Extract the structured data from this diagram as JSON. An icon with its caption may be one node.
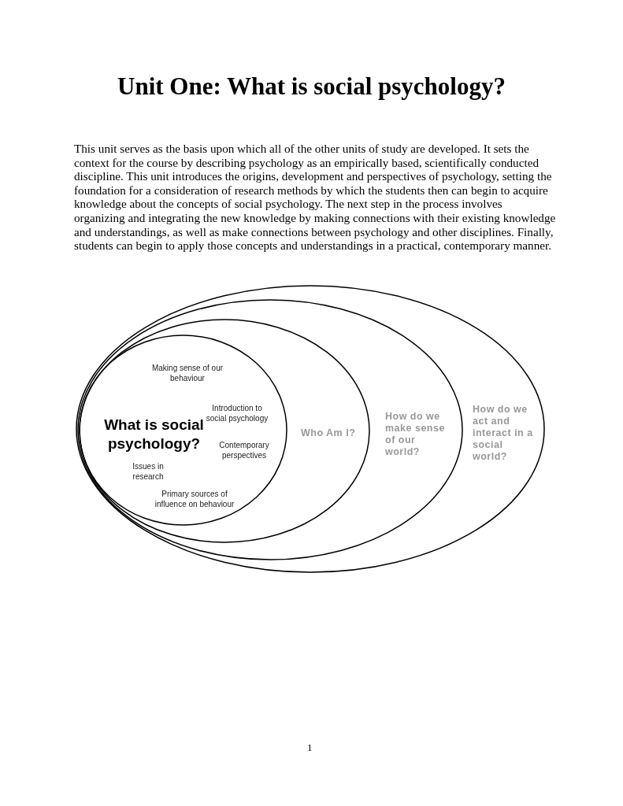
{
  "diagram": {
    "title": "Unit One:  What is social psychology?",
    "nodes": [
      {
        "text": [
          "How do we act and interact in a social world?"
        ]
      },
      {
        "text": [
          "How do we make sense of our world?"
        ],
        "in": 0
      },
      {
        "text": [
          "Who Am I?"
        ],
        "in": 1
      },
      {
        "text": [
          "Making sense of our behaviour",
          "Introduction to social psychology",
          "What is social psychology?",
          "Contemporary perspectives",
          "Issues in research",
          "Primary sources of influence on behaviour"
        ],
        "in": 2
      }
    ],
    "edges": [],
    "labels": [
      "This unit serves as the basis upon which all of the other units of study are developed.  It sets the context for the course by describing psychology as an empirically based, scientifically conducted discipline.  This unit introduces the origins, development and perspectives of psychology, setting the foundation for a consideration of research methods by which the students then can begin to acquire knowledge about the concepts of social psychology.  The next step in the process involves organizing and integrating the new knowledge by making connections with their existing knowledge and understandings, as well as make connections between psychology and other disciplines.  Finally, students can begin to apply those concepts and understandings in a practical, contemporary manner.",
      "1"
    ]
  }
}
